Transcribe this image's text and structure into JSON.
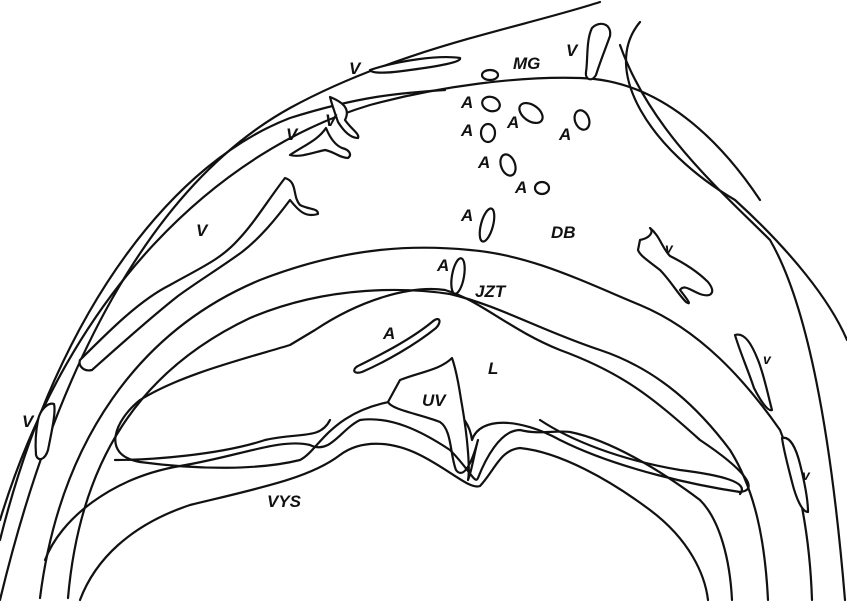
{
  "labels": {
    "mg": "MG",
    "db": "DB",
    "jzt": "JZT",
    "l": "L",
    "uv": "UV",
    "vys": "VYS",
    "a": "A",
    "v": "V",
    "v_small": "v"
  },
  "colors": {
    "line": "#111111",
    "background": "#ffffff"
  }
}
